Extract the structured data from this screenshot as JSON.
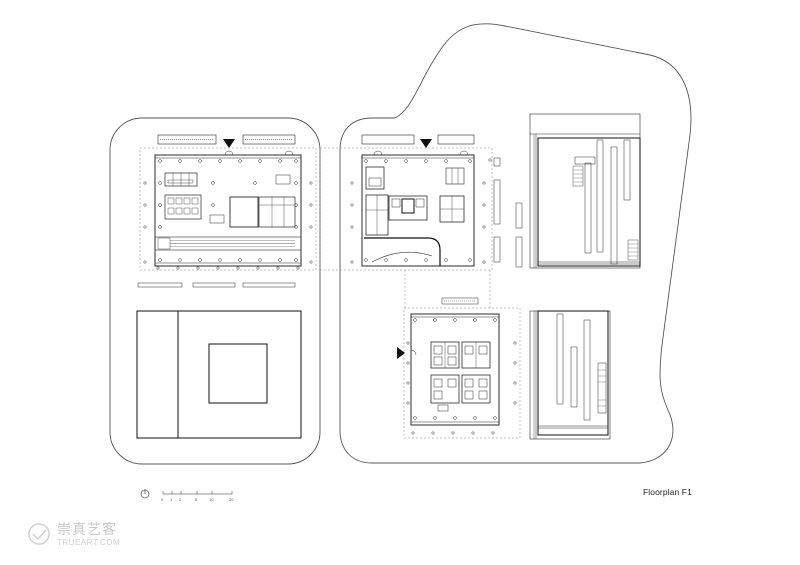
{
  "drawing": {
    "title": "Floorplan F1",
    "scale_bar": {
      "ticks": [
        "0",
        "1",
        "2",
        "5",
        "10",
        "20"
      ]
    },
    "watermark": {
      "chinese": "崇真艺客",
      "latin": "TRUEART.COM"
    },
    "colors": {
      "line": "#1a1a1a",
      "light_line": "#9a9a9a",
      "dashed": "#8a8a8a",
      "background": "#ffffff"
    }
  }
}
